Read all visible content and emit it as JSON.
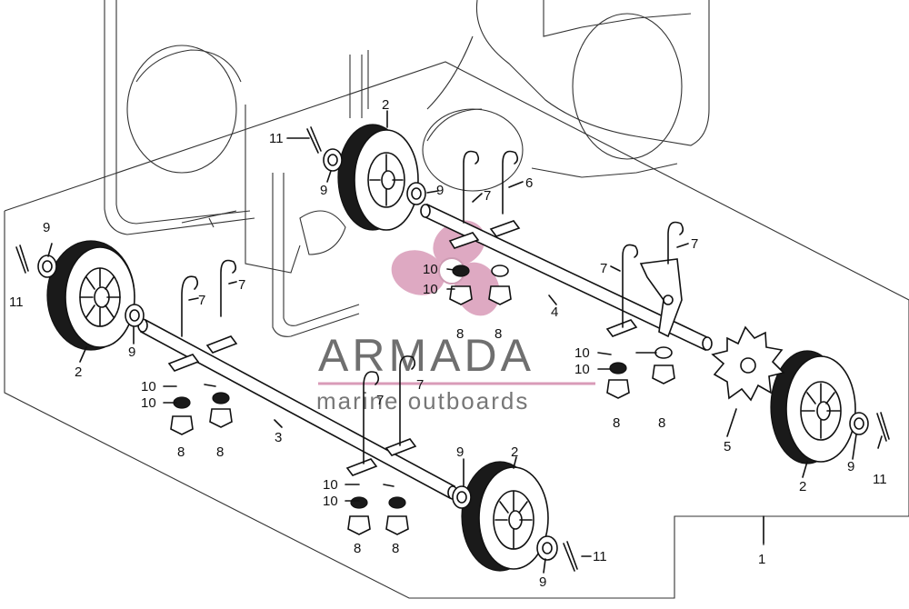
{
  "watermark": {
    "brand": "ARMADA",
    "tagline": "marine outboards",
    "accent_color": "#d99bb8",
    "text_color": "#6f6f6f"
  },
  "callouts": {
    "c1": "1",
    "c2a": "2",
    "c2b": "2",
    "c2c": "2",
    "c2d": "2",
    "c3": "3",
    "c4": "4",
    "c5": "5",
    "c6": "6",
    "c7a": "7",
    "c7b": "7",
    "c7c": "7",
    "c7d": "7",
    "c7e": "7",
    "c7f": "7",
    "c7g": "7",
    "c8a": "8",
    "c8b": "8",
    "c8c": "8",
    "c8d": "8",
    "c8e": "8",
    "c8f": "8",
    "c8g": "8",
    "c8h": "8",
    "c9a": "9",
    "c9b": "9",
    "c9c": "9",
    "c9d": "9",
    "c9e": "9",
    "c9f": "9",
    "c10a": "10",
    "c10b": "10",
    "c10c": "10",
    "c10d": "10",
    "c10e": "10",
    "c10f": "10",
    "c10g": "10",
    "c10h": "10",
    "c11a": "11",
    "c11b": "11",
    "c11c": "11",
    "c11d": "11"
  }
}
